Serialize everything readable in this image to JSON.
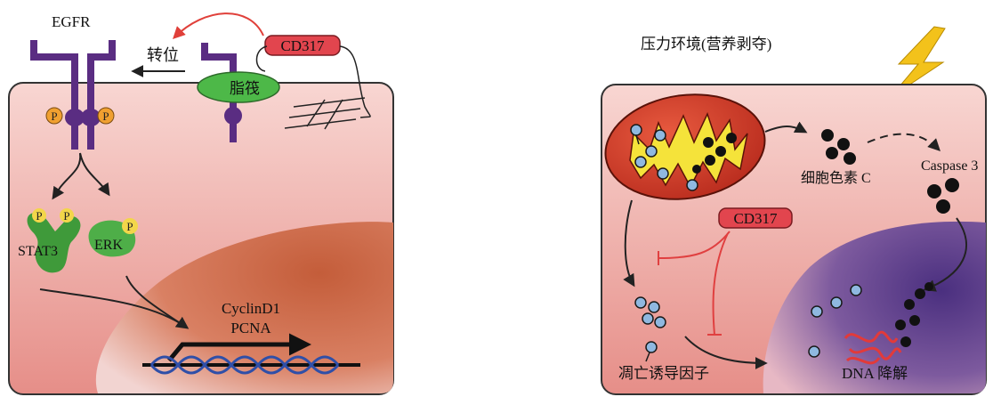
{
  "left_panel": {
    "egfr": "EGFR",
    "translocation": "转位",
    "cd317": "CD317",
    "lipid_raft": "脂筏",
    "phospho": "P",
    "stat3": "STAT3",
    "erk": "ERK",
    "cyclin": "CyclinD1",
    "pcna": "PCNA"
  },
  "right_panel": {
    "stress": "压力环境(营养剥夺)",
    "cytochrome": "细胞色素 C",
    "caspase": "Caspase 3",
    "cd317": "CD317",
    "aif": "凋亡诱导因子",
    "dna_deg": "DNA 降解"
  },
  "colors": {
    "cell_top": "#f6d0cc",
    "cell_bottom": "#e89590",
    "nucleus_left": "#c96a47",
    "nucleus_right": "#5c3f8e",
    "egfr": "#5a2d82",
    "phospho": "#f0a030",
    "raft": "#4db848",
    "stat3": "#3f9a3a",
    "erk": "#4eae48",
    "cd317": "#e2454e",
    "mito_outer": "#d03a2a",
    "mito_inner": "#f5e33a",
    "inhibit": "#e04040",
    "dna": "#2f4fa8",
    "lightning": "#f3c21b"
  }
}
